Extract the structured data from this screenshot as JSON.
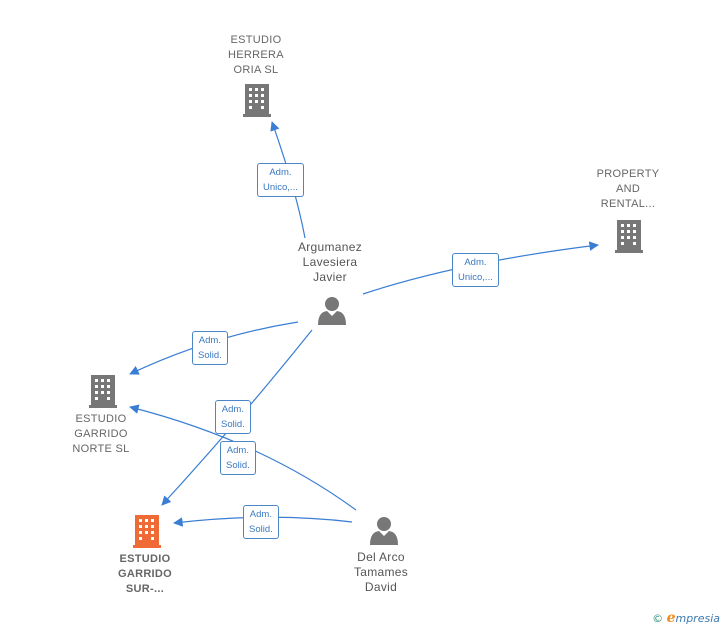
{
  "colors": {
    "edge": "#3a7ed4",
    "company_icon": "#777777",
    "focus_icon": "#f06a35",
    "person_icon": "#777777"
  },
  "nodes": {
    "herrera": {
      "label": "ESTUDIO\nHERRERA\nORIA  SL",
      "icon": "building-icon"
    },
    "property": {
      "label": "PROPERTY\nAND\nRENTAL...",
      "icon": "building-icon"
    },
    "argumanez": {
      "label": "Argumanez\nLavesiera\nJavier",
      "icon": "person-icon"
    },
    "garrido_norte": {
      "label": "ESTUDIO\nGARRIDO\nNORTE SL",
      "icon": "building-icon"
    },
    "garrido_sur": {
      "label": "ESTUDIO\nGARRIDO\nSUR-...",
      "icon": "building-icon"
    },
    "delarco": {
      "label": "Del Arco\nTamames\nDavid",
      "icon": "person-icon"
    }
  },
  "edges": [
    {
      "label": "Adm.\nUnico,...",
      "from": "argumanez",
      "to": "herrera"
    },
    {
      "label": "Adm.\nUnico,...",
      "from": "argumanez",
      "to": "property"
    },
    {
      "label": "Adm.\nSolid.",
      "from": "argumanez",
      "to": "garrido_norte"
    },
    {
      "label": "Adm.\nSolid.",
      "from": "argumanez",
      "to": "garrido_sur"
    },
    {
      "label": "Adm.\nSolid.",
      "from": "delarco",
      "to": "garrido_norte"
    },
    {
      "label": "Adm.\nSolid.",
      "from": "delarco",
      "to": "garrido_sur"
    }
  ],
  "brand": {
    "copyright": "©",
    "initial": "e",
    "rest": "mpresia"
  }
}
